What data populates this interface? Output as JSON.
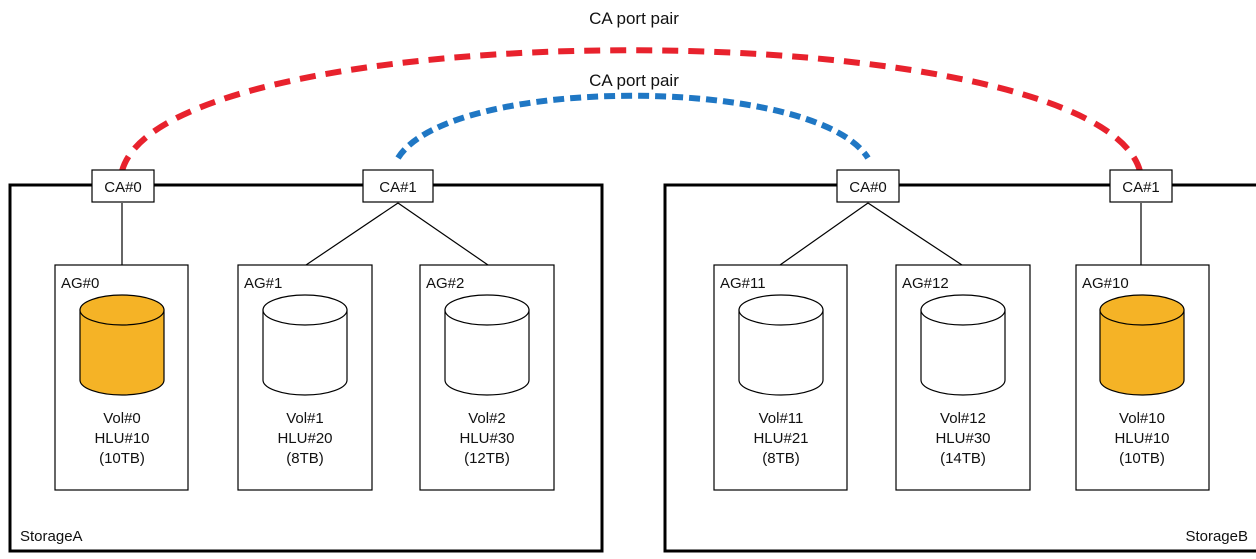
{
  "port_pairs": [
    {
      "label": "CA port pair",
      "color": "#e8222d"
    },
    {
      "label": "CA port pair",
      "color": "#1f77c4"
    }
  ],
  "disk_colors": {
    "highlighted": "#f5b326",
    "normal": "#ffffff"
  },
  "storages": [
    {
      "name": "StorageA",
      "cas": [
        "CA#0",
        "CA#1"
      ],
      "ags": [
        {
          "name": "AG#0",
          "vol": "Vol#0",
          "hlu": "HLU#10",
          "size": "(10TB)",
          "highlighted": true
        },
        {
          "name": "AG#1",
          "vol": "Vol#1",
          "hlu": "HLU#20",
          "size": "(8TB)",
          "highlighted": false
        },
        {
          "name": "AG#2",
          "vol": "Vol#2",
          "hlu": "HLU#30",
          "size": "(12TB)",
          "highlighted": false
        }
      ]
    },
    {
      "name": "StorageB",
      "cas": [
        "CA#0",
        "CA#1"
      ],
      "ags": [
        {
          "name": "AG#11",
          "vol": "Vol#11",
          "hlu": "HLU#21",
          "size": "(8TB)",
          "highlighted": false
        },
        {
          "name": "AG#12",
          "vol": "Vol#12",
          "hlu": "HLU#30",
          "size": "(14TB)",
          "highlighted": false
        },
        {
          "name": "AG#10",
          "vol": "Vol#10",
          "hlu": "HLU#10",
          "size": "(10TB)",
          "highlighted": true
        }
      ]
    }
  ]
}
